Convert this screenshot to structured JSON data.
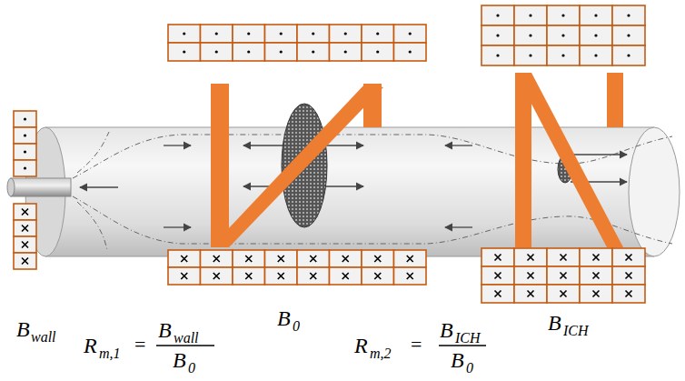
{
  "diagram": {
    "labels": [
      "B",
      "wall",
      "B",
      "0",
      "B",
      "ICH",
      "R",
      "m,1",
      "=",
      "B",
      "wall",
      "B",
      "0",
      "R",
      "m,2",
      "=",
      "B",
      "ICH",
      "B",
      "0"
    ]
  }
}
